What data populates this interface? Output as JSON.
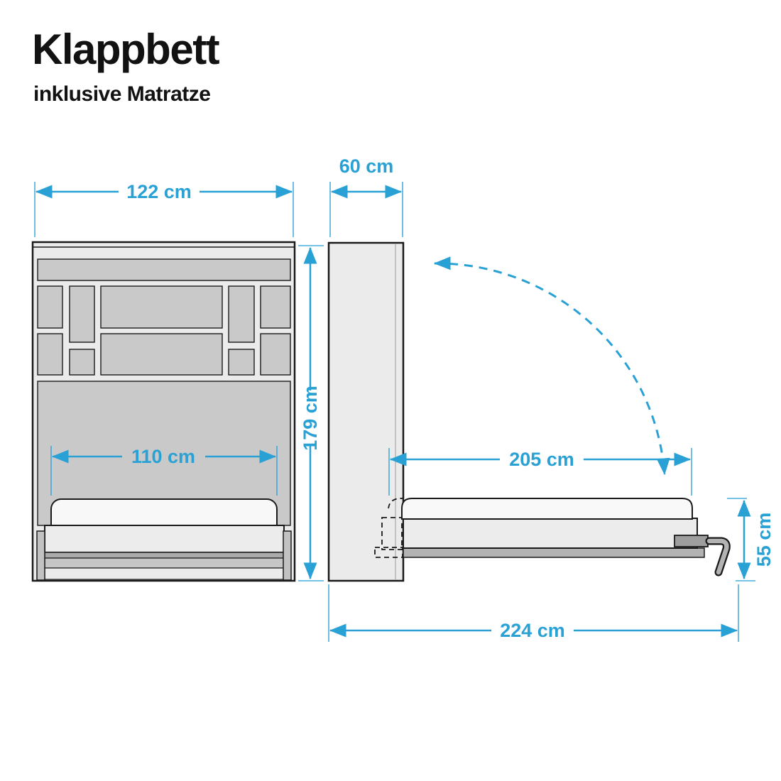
{
  "header": {
    "title": "Klappbett",
    "subtitle": "inklusive Matratze"
  },
  "colors": {
    "dimension": "#2aa1d5",
    "outline": "#1a1a1a",
    "cabinet_fill": "#ebebeb",
    "panel_fill": "#c9c9c9",
    "mattress_fill": "#f8f8f8"
  },
  "front_view": {
    "width": "122 cm",
    "height": "179 cm",
    "inner_width": "110 cm"
  },
  "side_view": {
    "depth": "60 cm",
    "bed_length": "205 cm",
    "bed_height": "55 cm",
    "total_length": "224 cm"
  }
}
